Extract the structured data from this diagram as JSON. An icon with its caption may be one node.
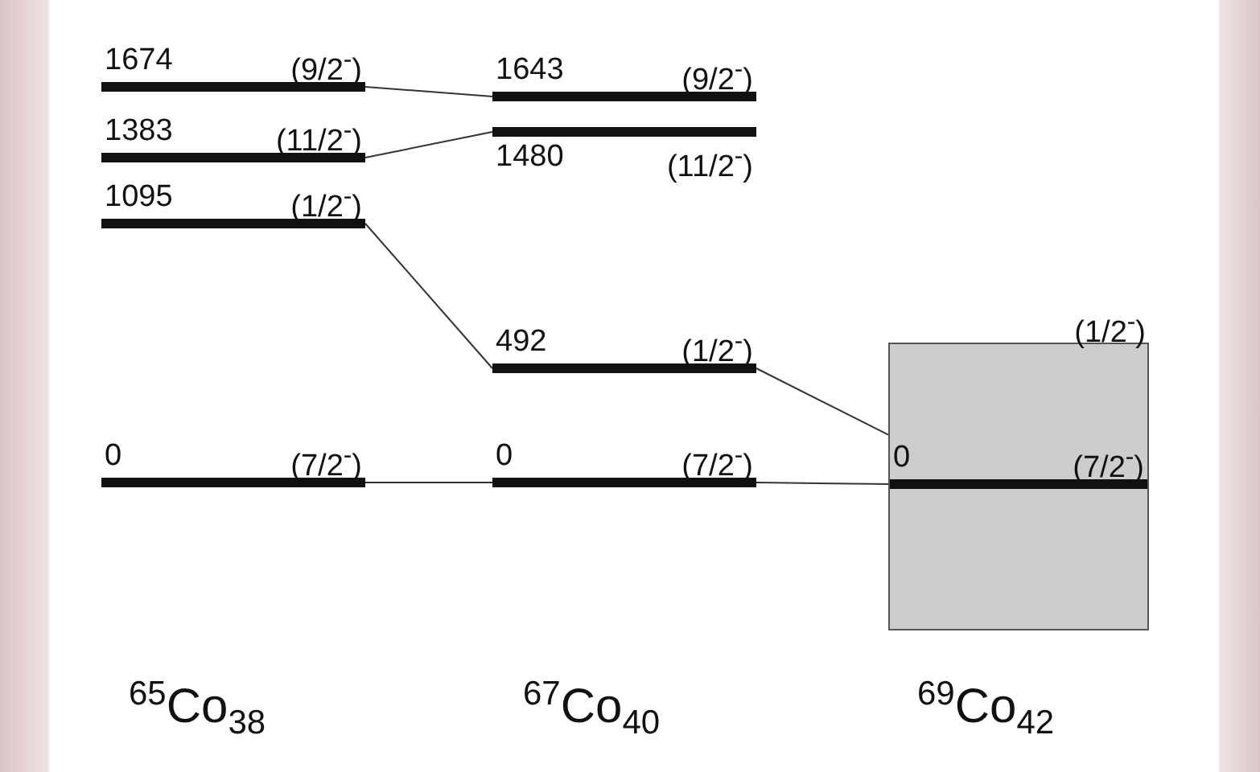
{
  "diagram": {
    "nodes": [
      {
        "text": [
          "1674",
          "(9/2$^{-}$)"
        ]
      },
      {
        "text": [
          "1643",
          "(9/2$^{-}$)"
        ]
      },
      {
        "text": [
          "1383",
          "(11/2$^{-}$)"
        ]
      },
      {
        "text": [
          "1480",
          "(11/2$^{-}$)"
        ]
      },
      {
        "text": [
          "1095",
          "(1/2$^{-}$)"
        ]
      },
      {
        "text": [
          "492",
          "(1/2$^{-}$)"
        ]
      },
      {
        "text": [
          "(1/2$^{-}$)"
        ]
      },
      {
        "text": [
          "0",
          "(7/2$^{-}$)"
        ]
      },
      {
        "text": [
          "0",
          "(7/2$^{-}$)"
        ]
      },
      {
        "text": [
          "0",
          "(7/2$^{-}$)"
        ],
        "in": 6
      }
    ],
    "edges": [
      {
        "from": 0,
        "to": 1,
        "arrow": "none"
      },
      {
        "from": 2,
        "to": 3,
        "arrow": "none"
      },
      {
        "from": 4,
        "to": 5,
        "arrow": "none"
      },
      {
        "from": 5,
        "to": 6,
        "arrow": "none"
      },
      {
        "from": 7,
        "to": 8,
        "arrow": "none"
      },
      {
        "from": 8,
        "to": 9,
        "arrow": "none"
      }
    ],
    "labels": [
      "$^{65}$Co$_{38}$",
      "$^{67}$Co$_{40}$",
      "$^{69}$Co$_{42}$"
    ]
  }
}
